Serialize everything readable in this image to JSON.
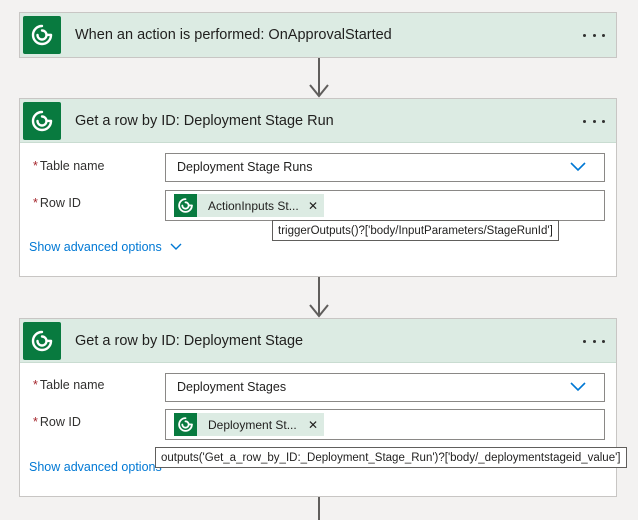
{
  "trigger": {
    "title": "When an action is performed: OnApprovalStarted"
  },
  "steps": [
    {
      "title": "Get a row by ID: Deployment Stage Run",
      "table_label": "Table name",
      "table_value": "Deployment Stage Runs",
      "row_label": "Row ID",
      "row_token": "ActionInputs St...",
      "advanced": "Show advanced options",
      "tooltip": "triggerOutputs()?['body/InputParameters/StageRunId']"
    },
    {
      "title": "Get a row by ID: Deployment Stage",
      "table_label": "Table name",
      "table_value": "Deployment Stages",
      "row_label": "Row ID",
      "row_token": "Deployment St...",
      "advanced": "Show advanced options",
      "tooltip": "outputs('Get_a_row_by_ID:_Deployment_Stage_Run')?['body/_deploymentstageid_value']"
    }
  ],
  "icons": {
    "connector": "dataverse-icon",
    "more": "more-options-icon",
    "dropdown": "chevron-down-icon",
    "remove": "close-icon"
  },
  "colors": {
    "header_bg": "#dcebe3",
    "connector_icon_bg": "#087a3f",
    "link": "#0078d4",
    "chevron": "#0078d4",
    "required": "#a4262c"
  }
}
